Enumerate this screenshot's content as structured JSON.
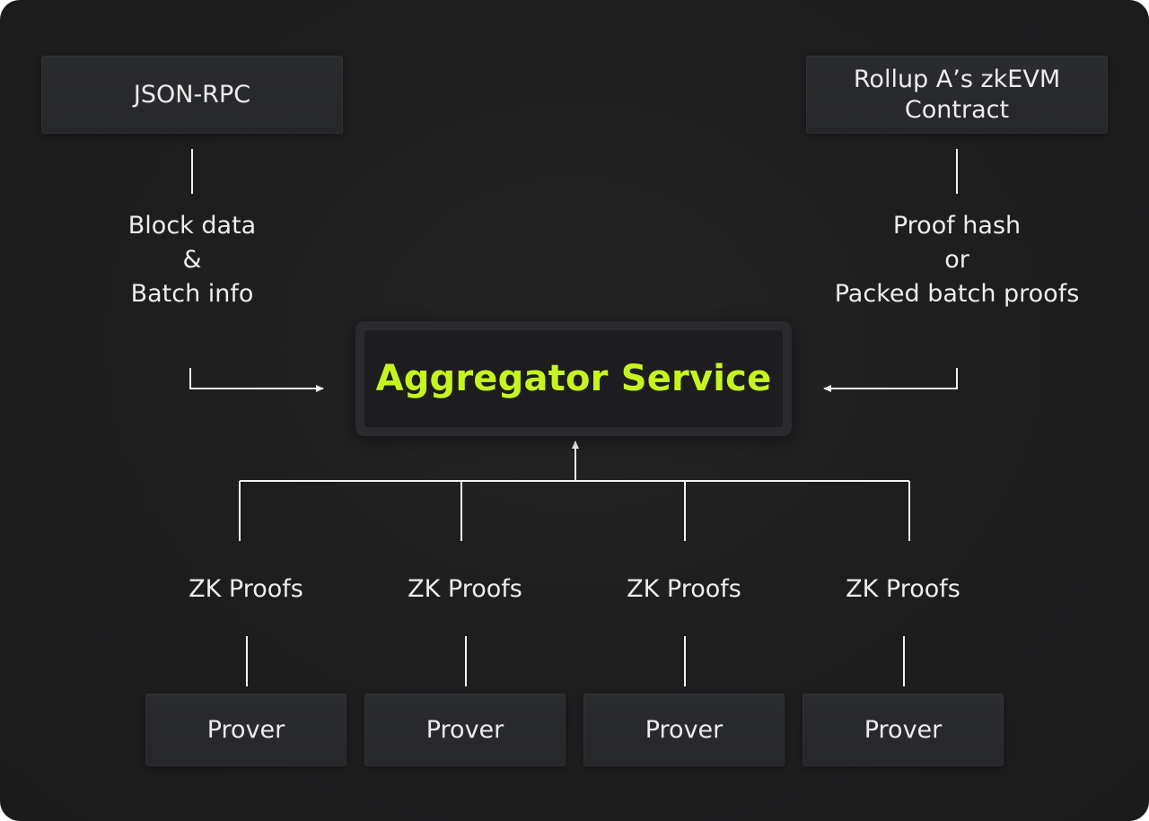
{
  "nodes": {
    "json_rpc": "JSON-RPC",
    "contract_line1": "Rollup A’s zkEVM",
    "contract_line2": "Contract",
    "aggregator": "Aggregator Service",
    "provers": [
      "Prover",
      "Prover",
      "Prover",
      "Prover"
    ]
  },
  "edges": {
    "left_label": [
      "Block data",
      "&",
      "Batch info"
    ],
    "right_label": [
      "Proof hash",
      "or",
      "Packed batch proofs"
    ],
    "proof_labels": [
      "ZK Proofs",
      "ZK Proofs",
      "ZK Proofs",
      "ZK Proofs"
    ]
  },
  "colors": {
    "background": "#1e1e1f",
    "node": "#2a2b2e",
    "text": "#ececec",
    "accent": "#c6f51e"
  }
}
